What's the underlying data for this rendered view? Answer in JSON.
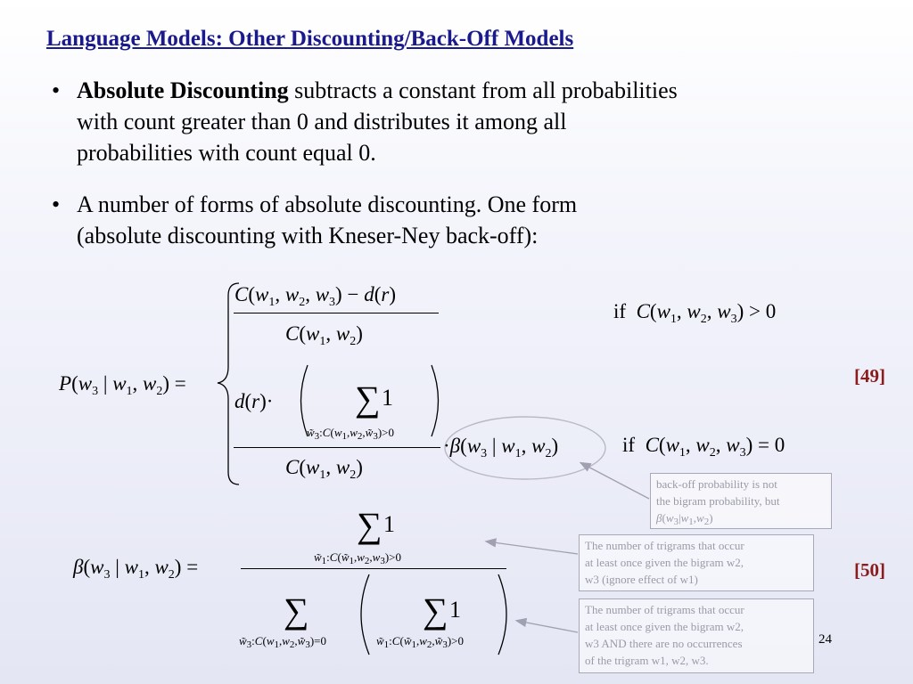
{
  "title": "Language Models: Other Discounting/Back-Off Models",
  "bullets": [
    {
      "dot": "•",
      "line1_bold": "Absolute Discounting",
      "line1_rest": " subtracts a constant from all probabilities",
      "line2": "with count greater than 0 and distributes it among all",
      "line3": "probabilities with count equal 0."
    },
    {
      "dot": "•",
      "line1": "A number of forms of absolute discounting.  One form",
      "line2": "(absolute discounting with Kneser-Ney back-off):"
    }
  ],
  "equation_49": {
    "lhs": "P(w3 | w1, w2) =",
    "case1_num": "C(w1, w2, w3) − d(r)",
    "case1_den": "C(w1, w2)",
    "case1_cond": "if  C(w1, w2, w3) > 0",
    "case2_num": "d(r) · ( ∑ 1 )",
    "case2_sum_sub": "w̃3 : C(w1, w2, w̃3) > 0",
    "case2_den": "C(w1, w2)",
    "case2_beta": "· β(w3 | w1, w2)",
    "case2_cond": "if  C(w1, w2, w3) = 0",
    "label": "[49]"
  },
  "equation_50": {
    "lhs": "β(w3 | w1, w2) =",
    "num_sum_sub": "w̃1 : C(w̃1, w2, w3) > 0",
    "den_outer_sub": "w̃3 : C(w1, w2, w̃3) = 0",
    "den_inner_sub": "w̃1 : C(w̃1, w2, w̃3) > 0",
    "label": "[50]"
  },
  "notes": {
    "backoff": [
      "back-off probability is not",
      "the bigram probability, but",
      "β(w3|w1,w2)"
    ],
    "numerator": [
      "The number of trigrams that occur",
      "at least once given the bigram w2,",
      "w3 (ignore effect of w1)"
    ],
    "denominator": [
      "The number of trigrams that occur",
      "at least once given the bigram w2,",
      "w3 AND there are no occurrences",
      "of the trigram w1, w2, w3."
    ]
  },
  "page_number": "24",
  "colors": {
    "title": "#1a1a8c",
    "eq_label": "#8b1c1c",
    "note_text": "#9a9aa8"
  }
}
